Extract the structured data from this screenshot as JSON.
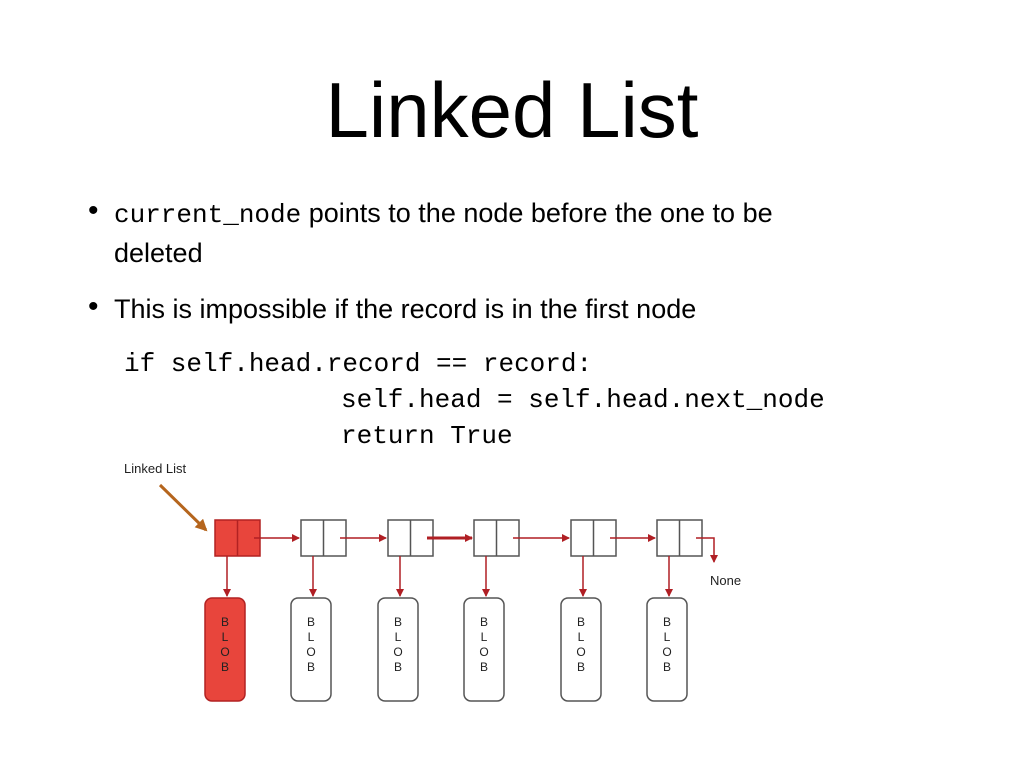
{
  "slide": {
    "title": "Linked List",
    "bullets": [
      {
        "code": "current_node",
        "text": " points to the node before the one to be",
        "continuation": "deleted"
      },
      {
        "text": "This is impossible if the record is in the first node"
      }
    ],
    "code_lines": [
      "if self.head.record == record:",
      "self.head = self.head.next_node",
      "return True"
    ]
  },
  "diagram": {
    "list_label": "Linked List",
    "none_label": "None",
    "blob_letters": [
      "B",
      "L",
      "O",
      "B"
    ],
    "nodes": [
      {
        "highlighted": true
      },
      {
        "highlighted": false
      },
      {
        "highlighted": false
      },
      {
        "highlighted": false
      },
      {
        "highlighted": false
      },
      {
        "highlighted": false
      }
    ],
    "colors": {
      "highlight_fill": "#e8453c",
      "highlight_stroke": "#b22222",
      "arrow": "#b01f24",
      "pointer_arrow": "#b5651d",
      "box_stroke": "#555555"
    }
  }
}
